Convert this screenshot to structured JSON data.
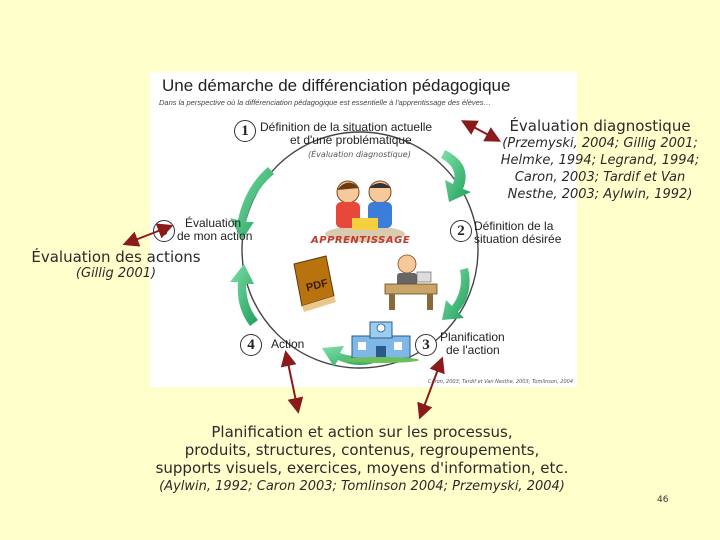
{
  "figure": {
    "title": "Une démarche de différenciation pédagogique",
    "subtitle": "Dans la perspective où la différenciation pédagogique est essentielle à l'apprentissage des élèves…",
    "center_label": "APPRENTISSAGE",
    "credit": "Caron, 2003; Tardif et Van Nesthe, 2003; Tomlinson, 2004",
    "steps": [
      {
        "number": "1",
        "label_line1": "Définition de la situation actuelle",
        "label_line2": "et d'une problématique",
        "note": "(Évaluation diagnostique)"
      },
      {
        "number": "2",
        "label_line1": "Définition de la",
        "label_line2": "situation désirée"
      },
      {
        "number": "3",
        "label_line1": "Planification",
        "label_line2": "de l'action"
      },
      {
        "number": "4",
        "label_line1": "Action"
      },
      {
        "number": "5",
        "label_line1": "Évaluation",
        "label_line2": "de mon action"
      }
    ],
    "book_label": "PDF"
  },
  "annotations": {
    "diagnostic": {
      "title": "Évaluation diagnostique",
      "ref_line1": "(Przemyski, 2004; Gillig 2001;",
      "ref_line2": "Helmke, 1994; Legrand, 1994;",
      "ref_line3": "Caron, 2003; Tardif et Van",
      "ref_line4": "Nesthe, 2003; Aylwin, 1992)"
    },
    "evaluation": {
      "title": "Évaluation des actions",
      "ref": "(Gillig 2001)"
    },
    "planning": {
      "line1": "Planification et action sur les processus,",
      "line2": "produits, structures, contenus, regroupements,",
      "line3": "supports visuels, exercices, moyens d'information, etc.",
      "ref": "(Aylwin, 1992; Caron 2003; Tomlinson 2004; Przemyski, 2004)"
    }
  },
  "page_number": "46",
  "colors": {
    "background": "#FFFFCC",
    "cycle_arrow": "#3CB371",
    "annotation_arrow": "#8B1A1A",
    "center_label": "#C0392B"
  }
}
